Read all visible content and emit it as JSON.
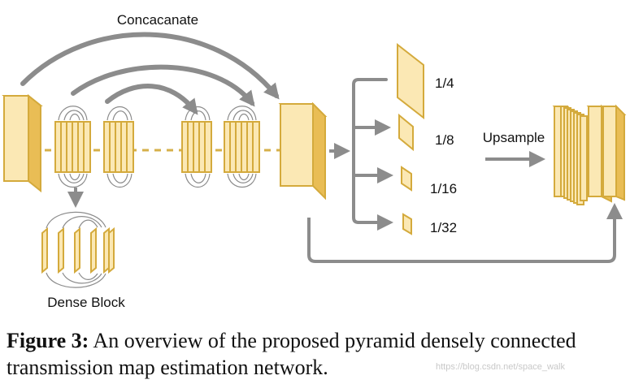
{
  "diagram": {
    "colors": {
      "block_fill": "#fbe8b4",
      "block_edge": "#d4aa3c",
      "block_side": "#f1cd72",
      "arrow": "#8c8c8c",
      "dashed_line": "#d6b04a"
    },
    "labels": {
      "concatenate": "Concacanate",
      "dense_block": "Dense Block",
      "upsample": "Upsample"
    },
    "pyramid_scales": [
      "1/4",
      "1/8",
      "1/16",
      "1/32"
    ]
  },
  "caption": {
    "label": "Figure 3:",
    "text": "An overview of the proposed pyramid densely connected transmission map estimation network."
  },
  "watermark": "https://blog.csdn.net/space_walk"
}
